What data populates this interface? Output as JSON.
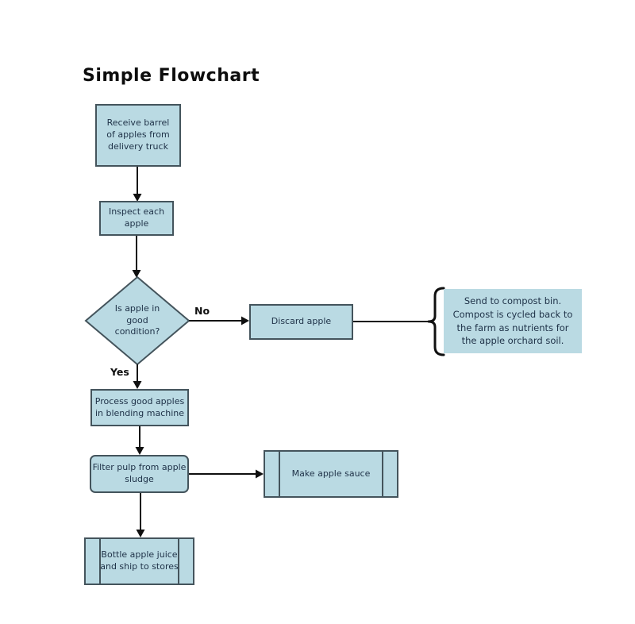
{
  "flowchart": {
    "title": "Simple Flowchart",
    "nodes": {
      "receive": {
        "type": "process",
        "label": "Receive barrel\nof apples from\ndelivery truck"
      },
      "inspect": {
        "type": "process",
        "label": "Inspect each\napple"
      },
      "decision": {
        "type": "decision",
        "label": "Is apple in\ngood\ncondition?"
      },
      "discard": {
        "type": "process",
        "label": "Discard apple"
      },
      "compost": {
        "type": "callout",
        "label": "Send to compost bin.\nCompost is cycled back to\nthe farm as nutrients for\nthe apple orchard soil."
      },
      "blend": {
        "type": "process",
        "label": "Process good apples\nin blending machine"
      },
      "filter": {
        "type": "alternate-process",
        "label": "Filter pulp from apple\nsludge"
      },
      "sauce": {
        "type": "predefined-process",
        "label": "Make apple sauce"
      },
      "bottle": {
        "type": "predefined-process",
        "label": "Bottle apple juice\nand ship to stores"
      }
    },
    "edge_labels": {
      "no": "No",
      "yes": "Yes"
    },
    "colors": {
      "node_fill": "#badae3",
      "node_border": "#44545c",
      "node_text": "#1e3147",
      "connector": "#101010",
      "title_color": "#0d0d0d"
    }
  }
}
